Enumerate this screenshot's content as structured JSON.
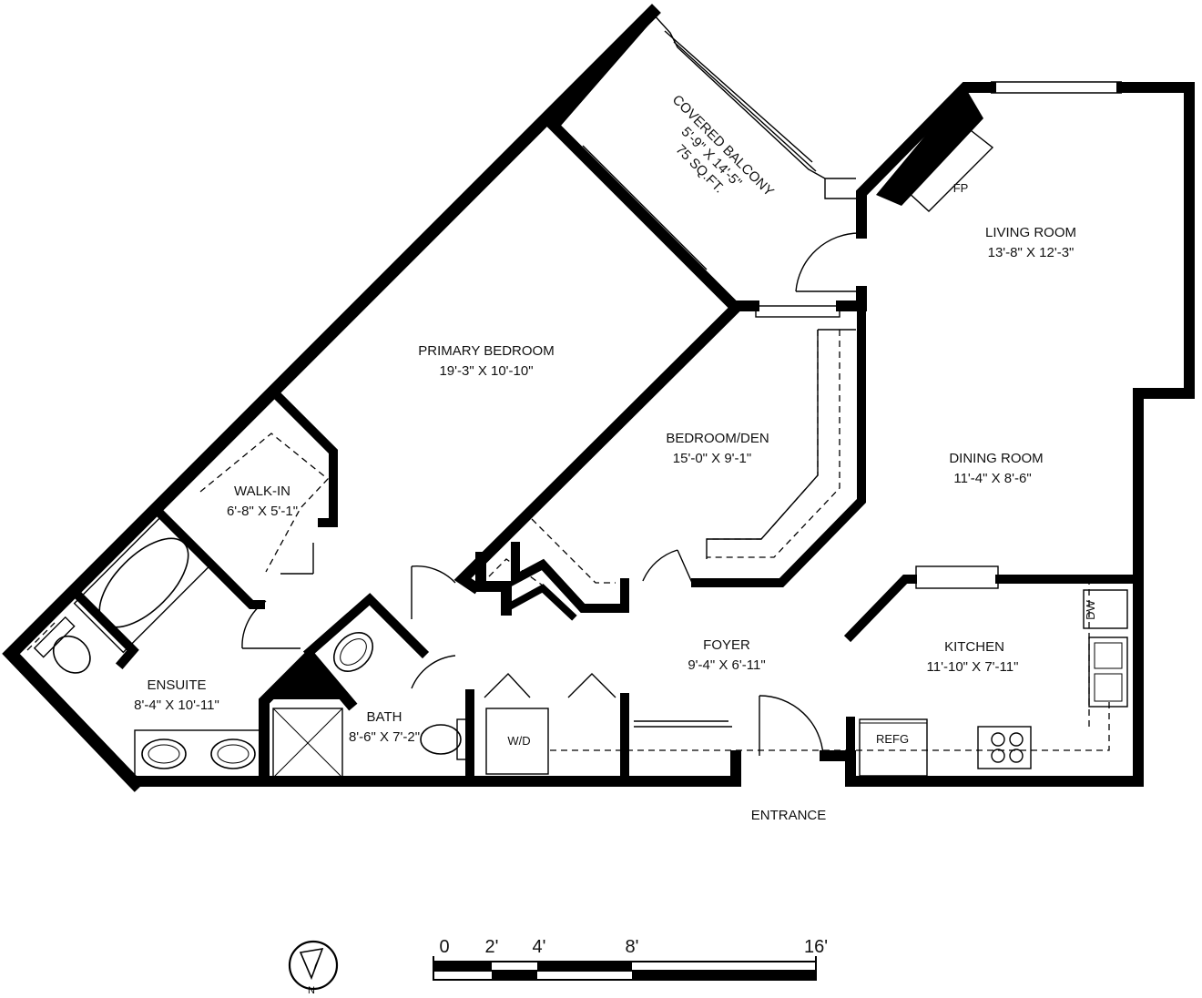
{
  "rooms": {
    "covered_balcony": {
      "name": "COVERED BALCONY",
      "dims": "5'-9\" X 14'-5\"",
      "area": "75 SQ.FT."
    },
    "living_room": {
      "name": "LIVING ROOM",
      "dims": "13'-8\" X 12'-3\""
    },
    "primary_bedroom": {
      "name": "PRIMARY BEDROOM",
      "dims": "19'-3\" X 10'-10\""
    },
    "bedroom_den": {
      "name": "BEDROOM/DEN",
      "dims": "15'-0\" X 9'-1\""
    },
    "dining_room": {
      "name": "DINING ROOM",
      "dims": "11'-4\" X 8'-6\""
    },
    "walk_in": {
      "name": "WALK-IN",
      "dims": "6'-8\" X 5'-1\""
    },
    "foyer": {
      "name": "FOYER",
      "dims": "9'-4\" X 6'-11\""
    },
    "kitchen": {
      "name": "KITCHEN",
      "dims": "11'-10\" X 7'-11\""
    },
    "ensuite": {
      "name": "ENSUITE",
      "dims": "8'-4\" X 10'-11\""
    },
    "bath": {
      "name": "BATH",
      "dims": "8'-6\" X 7'-2\""
    }
  },
  "fixtures": {
    "fireplace": "FP",
    "dishwasher": "DW",
    "washer_dryer": "W/D",
    "refrigerator": "REFG"
  },
  "entrance_label": "ENTRANCE",
  "compass": {
    "label": "N"
  },
  "scale_bar": {
    "ticks": [
      "0",
      "2'",
      "4'",
      "8'",
      "16'"
    ]
  },
  "colors": {
    "wall": "#000000",
    "background": "#ffffff"
  }
}
